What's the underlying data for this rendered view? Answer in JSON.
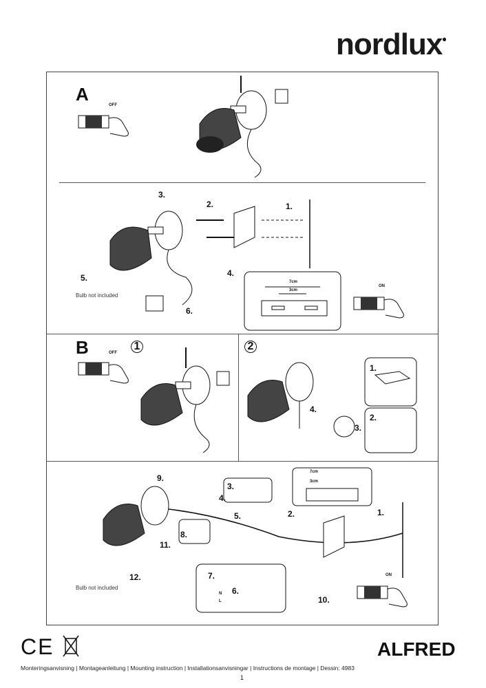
{
  "brand": {
    "logo": "nordlux"
  },
  "sections": {
    "a": {
      "label": "A",
      "switch_off": "OFF",
      "switch_on": "ON",
      "steps": [
        "1.",
        "2.",
        "3.",
        "4.",
        "5.",
        "6."
      ],
      "bulb_note": "Bulb not included",
      "bracket_outer": "7cm",
      "bracket_inner": "3cm"
    },
    "b": {
      "label": "B",
      "panel1": "1",
      "panel2": "2",
      "switch_off": "OFF",
      "panel2_steps": [
        "1.",
        "2.",
        "3.",
        "4."
      ],
      "lower_steps": [
        "1.",
        "2.",
        "3.",
        "4.",
        "5.",
        "6.",
        "7.",
        "8.",
        "9.",
        "10.",
        "11.",
        "12."
      ],
      "bulb_note": "Bulb not included",
      "switch_on": "ON",
      "bracket_outer": "7cm",
      "bracket_inner": "3cm",
      "wire_n": "N",
      "wire_l": "L"
    }
  },
  "footer": {
    "marks": "CE",
    "model": "ALFRED",
    "instructions": "Monteringsanvisning | Montageanleitung | Mounting instruction | Installationsanvisningar | Instructions de montage | Dessin: 4983",
    "page_number": "1"
  }
}
